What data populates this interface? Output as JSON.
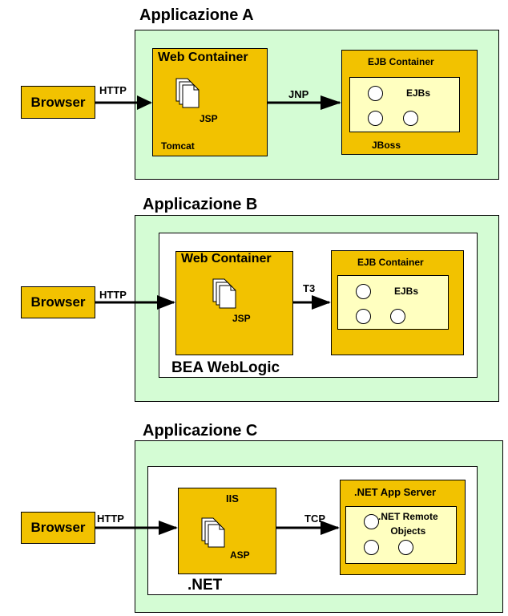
{
  "applications": [
    {
      "title": "Applicazione A",
      "browser": "Browser",
      "protocol_in": "HTTP",
      "web_container": {
        "title": "Web Container",
        "page": "JSP",
        "server": "Tomcat"
      },
      "protocol_link": "JNP",
      "ejb_container": {
        "title": "EJB Container",
        "objects": "EJBs",
        "server": "JBoss"
      }
    },
    {
      "title": "Applicazione B",
      "browser": "Browser",
      "protocol_in": "HTTP",
      "web_container": {
        "title": "Web Container",
        "page": "JSP"
      },
      "protocol_link": "T3",
      "ejb_container": {
        "title": "EJB Container",
        "objects": "EJBs"
      },
      "server": "BEA WebLogic"
    },
    {
      "title": "Applicazione C",
      "browser": "Browser",
      "protocol_in": "HTTP",
      "web_container": {
        "title": "IIS",
        "page": "ASP"
      },
      "protocol_link": "TCP",
      "ejb_container": {
        "title": ".NET App Server",
        "objects": ".NET Remote\nObjects"
      },
      "server": ".NET"
    }
  ],
  "colors": {
    "panel": "#d4fcd4",
    "container": "#f2c200",
    "inner": "#ffffc0"
  }
}
